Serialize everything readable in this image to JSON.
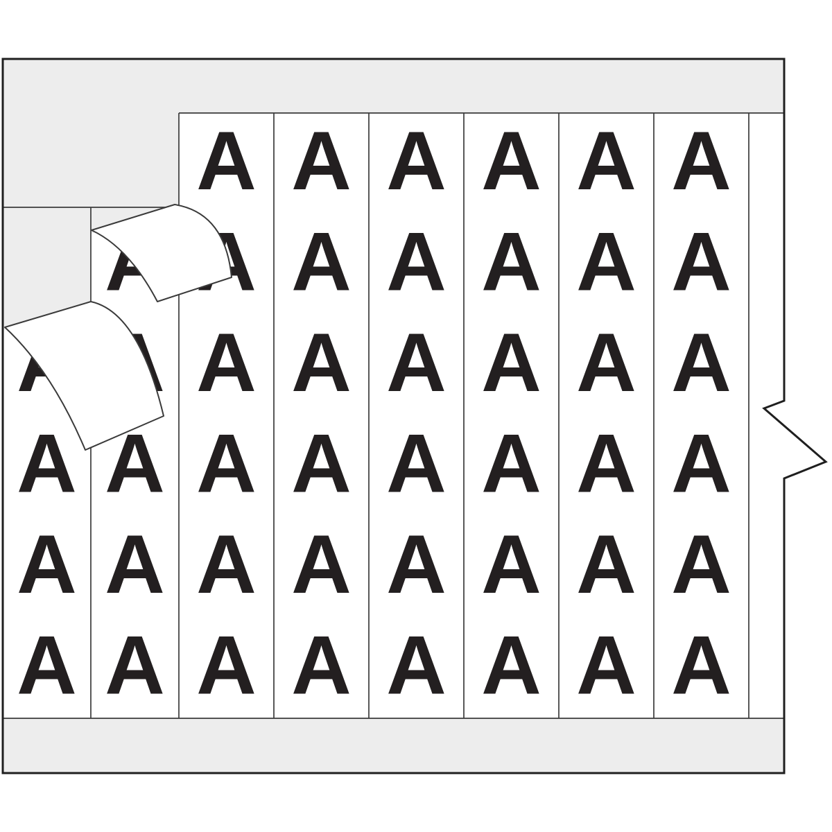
{
  "card": {
    "letter": "A",
    "grid": {
      "columns": 8,
      "rows": 6,
      "removed_cells": [
        [
          1,
          1
        ],
        [
          1,
          2
        ],
        [
          2,
          1
        ]
      ]
    },
    "peeled_labels_count": 2,
    "colors": {
      "backing": "#ededed",
      "label": "#ffffff",
      "ink": "#231f20",
      "line": "#3a3a3a",
      "border": "#1f1f1f"
    }
  }
}
